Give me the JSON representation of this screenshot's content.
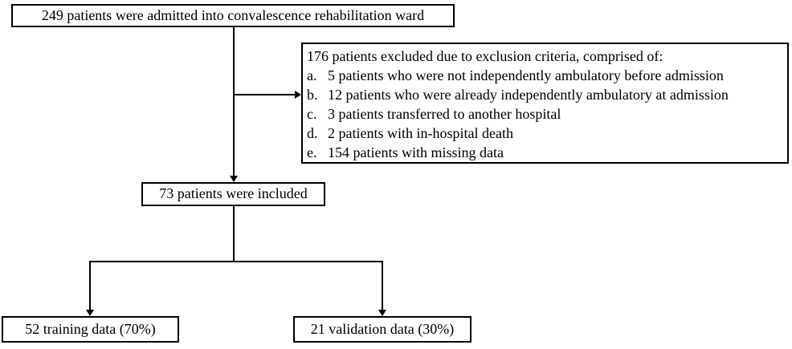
{
  "flowchart": {
    "top_box": {
      "text": "249 patients were admitted into convalescence rehabilitation ward"
    },
    "exclusion_box": {
      "header": "176 patients excluded due to exclusion criteria, comprised of:",
      "items": [
        {
          "label": "a.",
          "text": "5 patients who were not independently ambulatory before admission"
        },
        {
          "label": "b.",
          "text": "12 patients who were already independently ambulatory at admission"
        },
        {
          "label": "c.",
          "text": "3 patients transferred to another hospital"
        },
        {
          "label": "d.",
          "text": "2 patients with in-hospital death"
        },
        {
          "label": "e.",
          "text": "154 patients with missing data"
        }
      ]
    },
    "included_box": {
      "text": "73 patients were included"
    },
    "training_box": {
      "text": "52 training data (70%)"
    },
    "validation_box": {
      "text": "21 validation data (30%)"
    },
    "colors": {
      "border": "#000000",
      "text": "#000000",
      "background": "#ffffff"
    }
  }
}
